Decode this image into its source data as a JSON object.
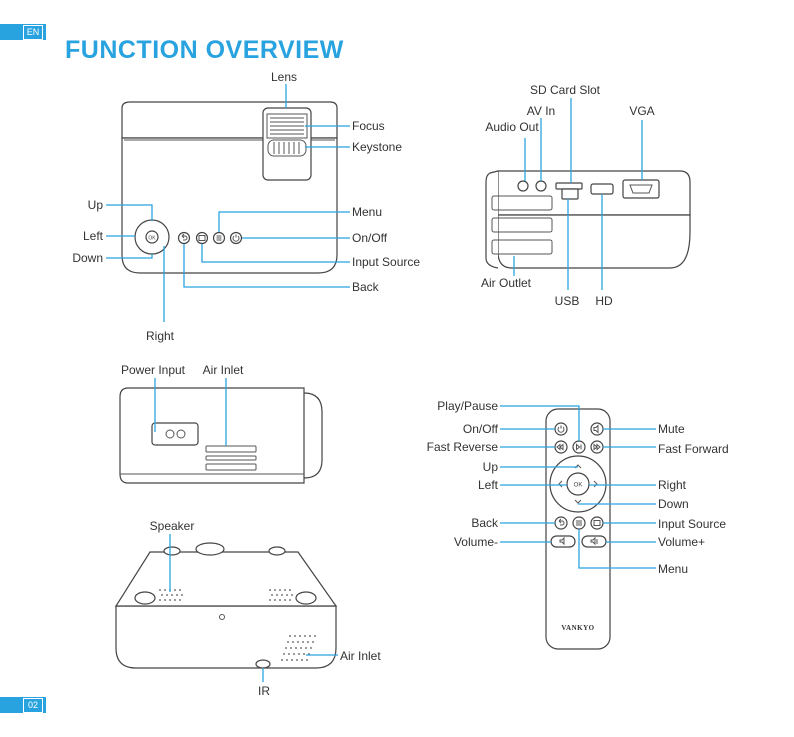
{
  "header": {
    "lang": "EN",
    "title": "FUNCTION OVERVIEW"
  },
  "footer": {
    "page": "02"
  },
  "front": {
    "lens": "Lens",
    "focus": "Focus",
    "keystone": "Keystone",
    "up": "Up",
    "left": "Left",
    "down": "Down",
    "right": "Right",
    "ok": "OK",
    "menu": "Menu",
    "onoff": "On/Off",
    "input_source": "Input Source",
    "back": "Back"
  },
  "back": {
    "sd_card_slot": "SD Card Slot",
    "av_in": "AV In",
    "audio_out": "Audio Out",
    "vga": "VGA",
    "air_outlet": "Air Outlet",
    "usb": "USB",
    "hd": "HD"
  },
  "side": {
    "power_input": "Power Input",
    "air_inlet": "Air Inlet"
  },
  "bottom": {
    "speaker": "Speaker",
    "air_inlet": "Air Inlet",
    "ir": "IR"
  },
  "remote": {
    "brand": "VANKYO",
    "ok": "OK",
    "play_pause": "Play/Pause",
    "onoff": "On/Off",
    "fast_reverse": "Fast Reverse",
    "up": "Up",
    "left": "Left",
    "back": "Back",
    "volume_minus": "Volume-",
    "mute": "Mute",
    "fast_forward": "Fast Forward",
    "right": "Right",
    "down": "Down",
    "input_source": "Input Source",
    "volume_plus": "Volume+",
    "menu": "Menu"
  }
}
